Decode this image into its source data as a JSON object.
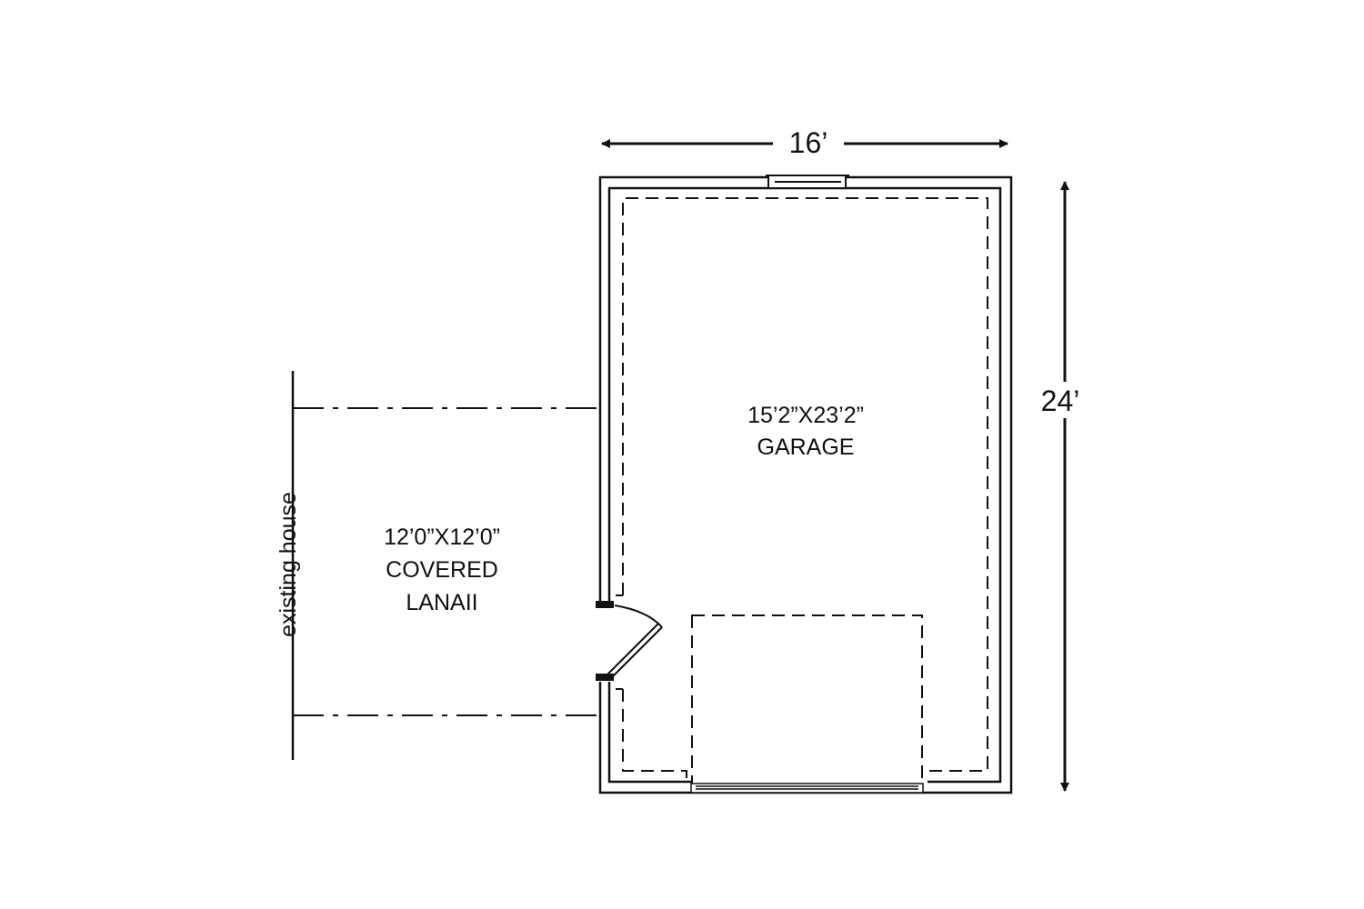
{
  "dimensions": {
    "width_label": "16’",
    "height_label": "24’"
  },
  "garage": {
    "size": "15’2”X23’2”",
    "name": "GARAGE"
  },
  "lanai": {
    "size": "12’0”X12’0”",
    "name_line1": "COVERED",
    "name_line2": "LANAII"
  },
  "existing_house_label": "existing house",
  "colors": {
    "line": "#111111",
    "background": "#ffffff"
  }
}
